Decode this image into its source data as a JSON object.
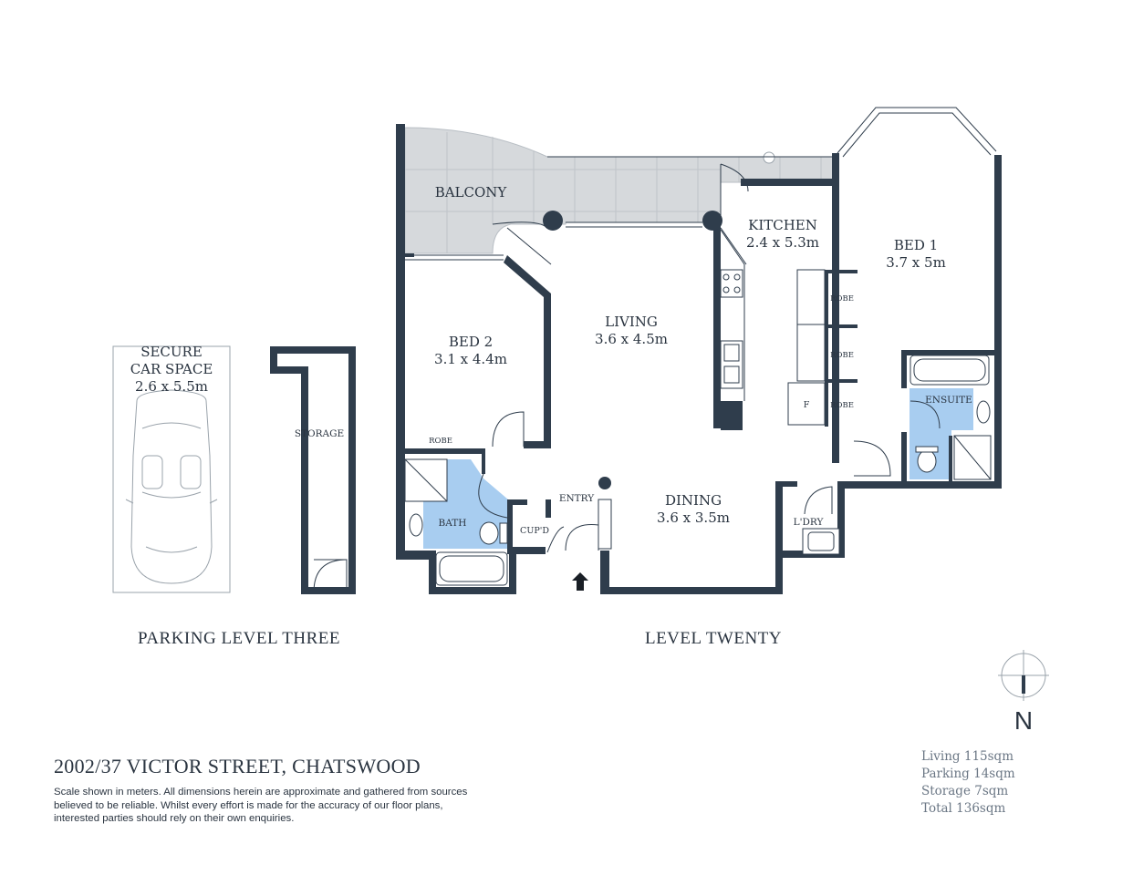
{
  "address_title": "2002/37 VICTOR STREET, CHATSWOOD",
  "disclaimer": "Scale shown in meters. All dimensions herein are approximate and gathered from sources believed to be  reliable. Whilst every effort is made for the accuracy of our floor plans, interested parties should rely on their own enquiries.",
  "levels": {
    "parking": "PARKING LEVEL THREE",
    "main": "LEVEL TWENTY"
  },
  "compass": {
    "label": "N"
  },
  "parking_rooms": {
    "car_space_l1": "SECURE",
    "car_space_l2": "CAR SPACE",
    "car_space_size": "2.6 x 5.5m",
    "storage": "STORAGE"
  },
  "rooms": {
    "balcony": "BALCONY",
    "kitchen": "KITCHEN",
    "kitchen_size": "2.4 x 5.3m",
    "bed1": "BED 1",
    "bed1_size": "3.7 x 5m",
    "bed2": "BED 2",
    "bed2_size": "3.1 x 4.4m",
    "living": "LIVING",
    "living_size": "3.6 x 4.5m",
    "dining": "DINING",
    "dining_size": "3.6 x 3.5m",
    "entry": "ENTRY",
    "bath": "BATH",
    "ensuite": "ENSUITE",
    "cupd": "CUP'D",
    "laundry": "L'DRY",
    "robe_bed2": "ROBE",
    "robe1": "ROBE",
    "robe2": "ROBE",
    "robe3": "ROBE",
    "fridge": "F"
  },
  "areas": [
    "Living 115sqm",
    "Parking 14sqm",
    "Storage 7sqm",
    "Total 136sqm"
  ],
  "colors": {
    "wall": "#2f3d4c",
    "wet_area": "#a8cdf0",
    "balcony": "#d6d9dc",
    "text": "#2a3440"
  }
}
